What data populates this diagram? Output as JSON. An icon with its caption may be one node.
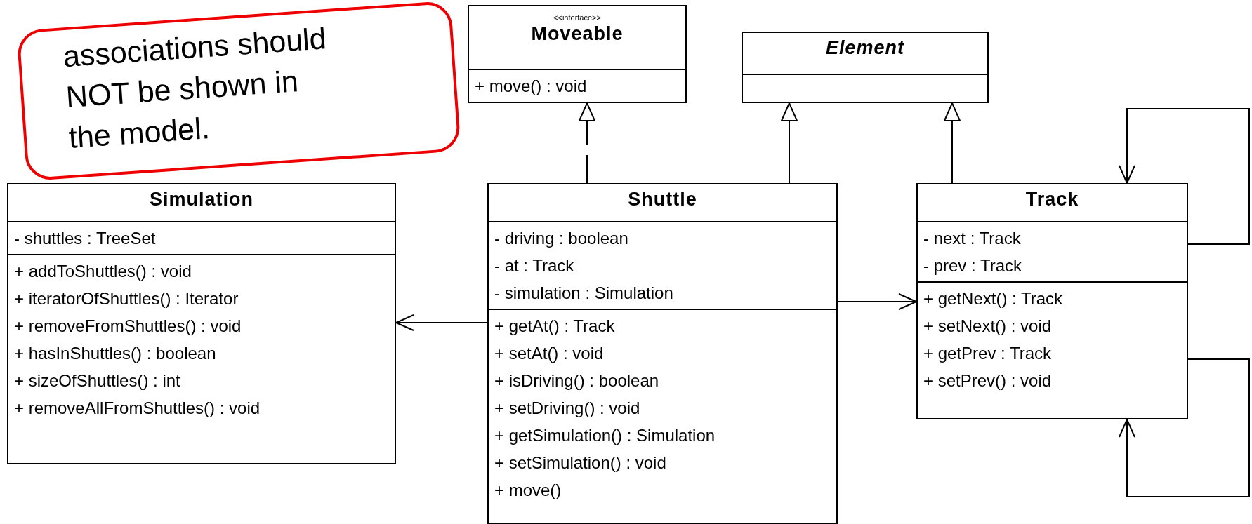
{
  "diagram": {
    "nodes": [
      {
        "text": [
          "associations should NOT be shown in the model."
        ]
      },
      {
        "text": [
          "<<interface>>",
          "Moveable",
          "+ move() : void"
        ]
      },
      {
        "text": [
          "Element"
        ]
      },
      {
        "text": [
          "Simulation",
          "- shuttles : TreeSet",
          "+ addToShuttles() : void",
          "+ iteratorOfShuttles() : Iterator",
          "+ removeFromShuttles() : void",
          "+ hasInShuttles() : boolean",
          "+ sizeOfShuttles() : int",
          "+ removeAllFromShuttles() : void"
        ]
      },
      {
        "text": [
          "Shuttle",
          "- driving : boolean",
          "- at : Track",
          "- simulation : Simulation",
          "+ getAt() : Track",
          "+ setAt() : void",
          "+ isDriving() : boolean",
          "+ setDriving() : void",
          "+ getSimulation() : Simulation",
          "+ setSimulation() : void",
          "+ move()"
        ]
      },
      {
        "text": [
          "Track",
          "- next : Track",
          "- prev : Track",
          "+ getNext() : Track",
          "+ setNext() : void",
          "+ getPrev : Track",
          "+ setPrev() : void"
        ]
      }
    ],
    "edges": [
      {
        "from": 4,
        "to": 1,
        "arrow": "to",
        "style": "dashed"
      },
      {
        "from": 4,
        "to": 2,
        "arrow": "to"
      },
      {
        "from": 5,
        "to": 2,
        "arrow": "to"
      },
      {
        "from": 4,
        "to": 3,
        "arrow": "to"
      },
      {
        "from": 4,
        "to": 5,
        "arrow": "to"
      },
      {
        "from": 5,
        "to": 5,
        "arrow": "to"
      },
      {
        "from": 5,
        "to": 5,
        "arrow": "to"
      }
    ]
  }
}
